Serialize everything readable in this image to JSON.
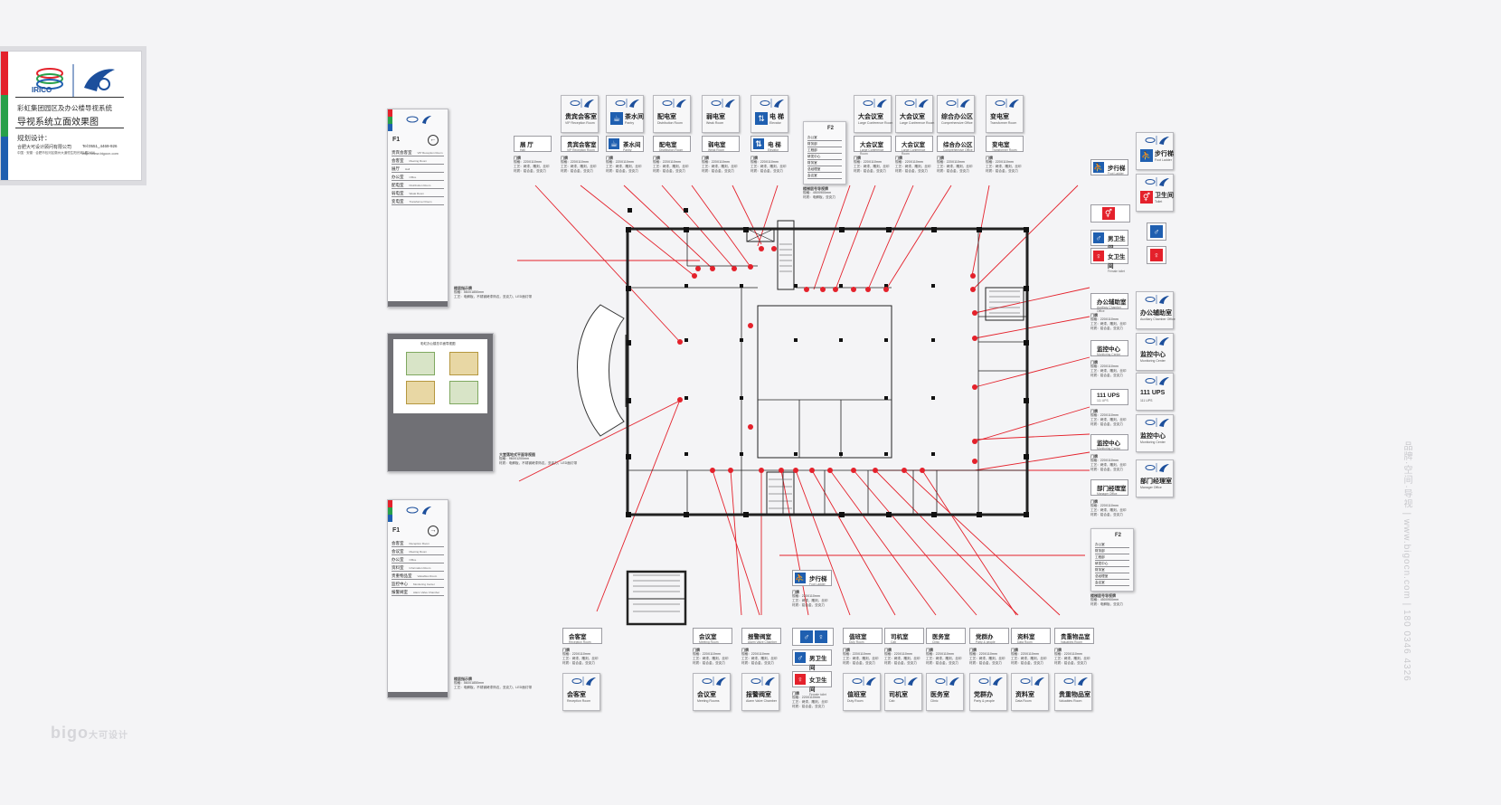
{
  "title_card": {
    "brand": "IRICO",
    "title_line1": "彩虹集团园区及办公楼导视系统",
    "title_line2": "导视系统立面效果图",
    "design_label": "规划设计：",
    "company": "合肥大可设计顾问有限公司",
    "phone": "Tel:0551_4469-926",
    "address": "中国 · 安徽 · 合肥市包河区徽州大道恒生阳光城1期2406",
    "website": "http://www.bigocn.com",
    "colors": {
      "red": "#e4212b",
      "green": "#28a04a",
      "blue": "#1f5fb0",
      "brand_blue": "#1c4f9c"
    }
  },
  "watermark": {
    "logo_text": "大可设计",
    "side_text": "品牌·空间·导视 | www.bigocn.com | 180 0346 4326"
  },
  "directory_boards": [
    {
      "floor": "F1",
      "arrow": "←",
      "spec_title": "楼层指示牌",
      "spec_size": "规格：560X1850mm",
      "spec_craft": "工艺：电解板，不锈钢烤漆饰边，亚克力，LED面灯带",
      "rows": [
        [
          "贵宾会客室",
          "VIP Reception Room"
        ],
        [
          "会客室",
          "Meeting Room"
        ],
        [
          "展厅",
          "Hall"
        ],
        [
          "办公室",
          "Office"
        ],
        [
          "配电室",
          "Distribution Room"
        ],
        [
          "弱电室",
          "Weak Room"
        ],
        [
          "变电室",
          "Transformer Room"
        ]
      ]
    },
    {
      "floor": "F1",
      "arrow": "→",
      "spec_title": "楼层指示牌",
      "spec_size": "规格：560X1850mm",
      "spec_craft": "工艺：电解板，不锈钢烤漆饰边，亚克力，LED面灯带",
      "rows": [
        [
          "会客室",
          "Reception Room"
        ],
        [
          "会议室",
          "Meeting Room"
        ],
        [
          "办公室",
          "Office"
        ],
        [
          "资料室",
          "Information Room"
        ],
        [
          "贵重物品室",
          "Valuables Room"
        ],
        [
          "监控中心",
          "Monitoring Center"
        ],
        [
          "报警阀室",
          "Alarm Valve Chamber"
        ]
      ]
    }
  ],
  "floor_map_board": {
    "title": "彩虹办公楼总平面导视图",
    "spec_title": "大堂落地式平面导视图",
    "spec_size": "规格：960X1200mm",
    "spec_craft": "材质：电解板，不锈钢烤漆饰边，亚克力，LED面灯带"
  },
  "small_directory": {
    "floor": "F2",
    "spec_title": "楼梯层号导视牌",
    "spec_size": "规格：450X900mm",
    "spec_craft": "材质：电解板，亚克力",
    "rows": [
      "办公室",
      "财务部",
      "工程部",
      "研发中心",
      "财务室",
      "总经理室",
      "会议室"
    ]
  },
  "door_spec": {
    "title": "门牌",
    "size": "规格：220X110mm",
    "craft1": "工艺：烤漆，雕刻，丝印",
    "craft2": "材质：铝合金，亚克力"
  },
  "top_signs": [
    {
      "cn": "贵宾会客室",
      "en": "VIP Reception Room"
    },
    {
      "cn": "茶水间",
      "en": "Pantry"
    },
    {
      "cn": "配电室",
      "en": "Distribution Room"
    },
    {
      "cn": "弱电室",
      "en": "Weak Room"
    },
    {
      "cn": "电 梯",
      "en": "Elevator"
    },
    {
      "cn": "大会议室",
      "en": "Large Conference Room"
    },
    {
      "cn": "大会议室",
      "en": "Large Conference Room"
    },
    {
      "cn": "综合办公区",
      "en": "Comprehensive Office"
    },
    {
      "cn": "变电室",
      "en": "Transformer Room"
    }
  ],
  "top_tags": [
    {
      "cn": "展 厅",
      "en": "Hall"
    },
    {
      "cn": "贵宾会客室",
      "en": "VIP Reception Room"
    },
    {
      "cn": "茶水间",
      "en": "Pantry"
    },
    {
      "cn": "配电室",
      "en": "Distribution Room"
    },
    {
      "cn": "弱电室",
      "en": "Weak Room"
    },
    {
      "cn": "电 梯",
      "en": "Elevator"
    },
    {
      "cn": "大会议室",
      "en": "Large Conference Room"
    },
    {
      "cn": "大会议室",
      "en": "Large Conference Room"
    },
    {
      "cn": "综合办公区",
      "en": "Comprehensive Office"
    },
    {
      "cn": "变电室",
      "en": "Transformer Room"
    }
  ],
  "right_signs": [
    {
      "cn": "步行梯",
      "en": "Foot Ladder"
    },
    {
      "cn": "卫生间",
      "en": "Toilet"
    },
    {
      "cn": "办公辅助室",
      "en": "Auxiliary Chamber Office"
    },
    {
      "cn": "监控中心",
      "en": "Monitoring Center"
    },
    {
      "cn": "111 UPS",
      "en": "111 UPS"
    },
    {
      "cn": "监控中心",
      "en": "Monitoring Center"
    },
    {
      "cn": "部门经理室",
      "en": "Manager Office"
    }
  ],
  "right_tags": [
    {
      "cn": "步行梯",
      "en": "Foot Ladder"
    },
    {
      "cn": "",
      "en": ""
    },
    {
      "cn": "男卫生间",
      "en": "Male toilet"
    },
    {
      "cn": "女卫生间",
      "en": "Female toilet"
    },
    {
      "cn": "办公辅助室",
      "en": "Auxiliary Chamber Office"
    },
    {
      "cn": "监控中心",
      "en": "Monitoring Center"
    },
    {
      "cn": "111 UPS",
      "en": "111 UPS"
    },
    {
      "cn": "监控中心",
      "en": "Monitoring Center"
    },
    {
      "cn": "部门经理室",
      "en": "Manager Office"
    }
  ],
  "bottom_tags": [
    {
      "cn": "会客室",
      "en": "Reception Room"
    },
    {
      "cn": "会议室",
      "en": "Meeting Room"
    },
    {
      "cn": "报警阀室",
      "en": "Alarm Valve Chamber"
    },
    {
      "cn": "值班室",
      "en": "Duty Room"
    },
    {
      "cn": "司机室",
      "en": "Cab"
    },
    {
      "cn": "医务室",
      "en": "Clinic"
    },
    {
      "cn": "党群办",
      "en": "Party & people"
    },
    {
      "cn": "资料室",
      "en": "Data Room"
    },
    {
      "cn": "贵重物品室",
      "en": "Valuables Room"
    }
  ],
  "bottom_signs": [
    {
      "cn": "会客室",
      "en": "Reception Room"
    },
    {
      "cn": "会议室",
      "en": "Meeting Rooms"
    },
    {
      "cn": "报警阀室",
      "en": "Alarm Valve Chamber"
    },
    {
      "cn": "值班室",
      "en": "Duty Room"
    },
    {
      "cn": "司机室",
      "en": "Cab"
    },
    {
      "cn": "医务室",
      "en": "Clinic"
    },
    {
      "cn": "党群办",
      "en": "Party & people"
    },
    {
      "cn": "资料室",
      "en": "Data Room"
    },
    {
      "cn": "贵重物品室",
      "en": "Valuables Room"
    }
  ],
  "center_bottom": {
    "stair": {
      "cn": "步行梯",
      "en": "Foot Ladder"
    },
    "male": {
      "cn": "男卫生间",
      "en": "Male toilet"
    },
    "female": {
      "cn": "女卫生间",
      "en": "Female toilet"
    }
  }
}
